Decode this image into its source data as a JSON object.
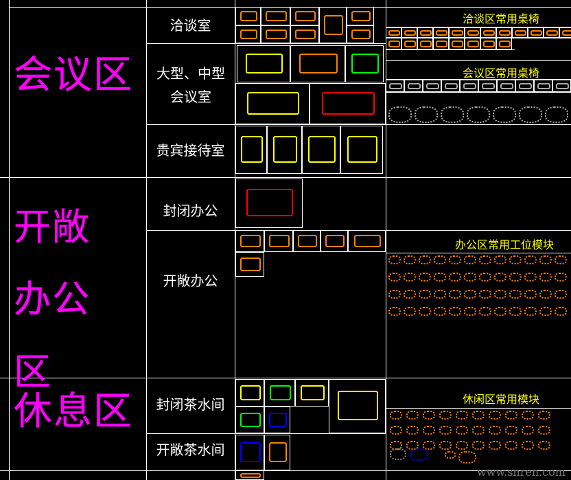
{
  "zones": [
    {
      "label": "会议区",
      "rooms": [
        "洽谈室",
        "大型、中型会议室",
        "贵宾接待室"
      ]
    },
    {
      "label": "开敞办公区",
      "rooms": [
        "封闭办公",
        "开敞办公"
      ]
    },
    {
      "label": "休息区",
      "rooms": [
        "封闭茶水间",
        "开敞茶水间"
      ]
    }
  ],
  "library_headers": {
    "negotiation": "洽谈区常用桌椅",
    "meeting": "会议区常用桌椅",
    "office": "办公区常用工位模块",
    "leisure": "休闲区常用模块"
  },
  "colors": {
    "zone_label": "#ff00ff",
    "header": "#ffff00",
    "furniture": "#ff8000",
    "grid": "#ffffff"
  },
  "watermark": "www.snren.com"
}
